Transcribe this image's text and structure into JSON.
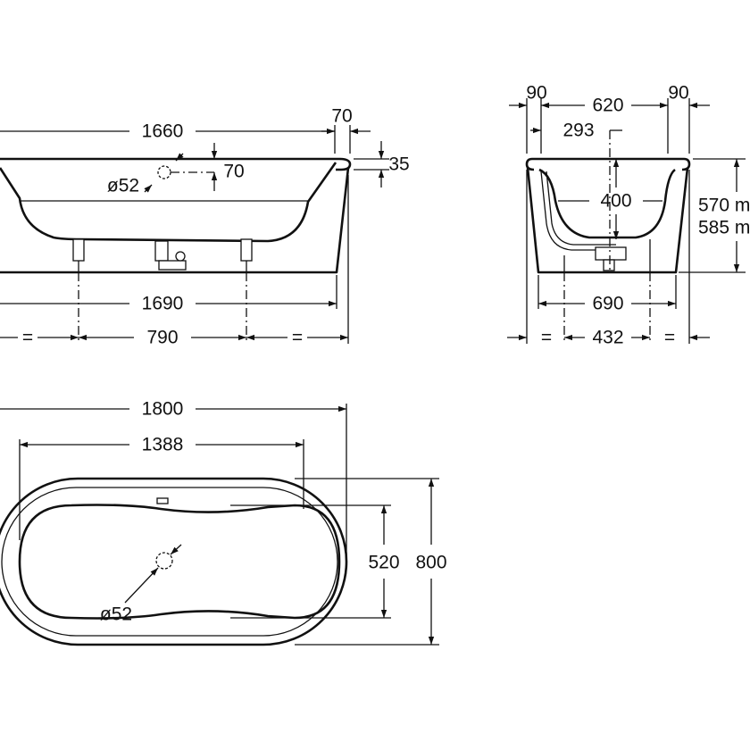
{
  "side_view": {
    "inner_length": "1660",
    "rim_width": "70",
    "rim_height": "35",
    "overflow_offset": "70",
    "overflow_diameter": "ø52",
    "base_length": "1690",
    "feet_spacing": "790",
    "equal_left": "=",
    "equal_right": "="
  },
  "end_view": {
    "rim_left": "90",
    "inner_width": "620",
    "rim_right": "90",
    "overflow_offset": "293",
    "depth": "400",
    "height_1": "570 m",
    "height_2": "585 m",
    "base_width": "690",
    "feet_spacing": "432",
    "equal_left": "=",
    "equal_right": "="
  },
  "plan_view": {
    "overall_length": "1800",
    "basin_length": "1388",
    "basin_width": "520",
    "overall_width": "800",
    "drain_diameter": "ø52"
  }
}
